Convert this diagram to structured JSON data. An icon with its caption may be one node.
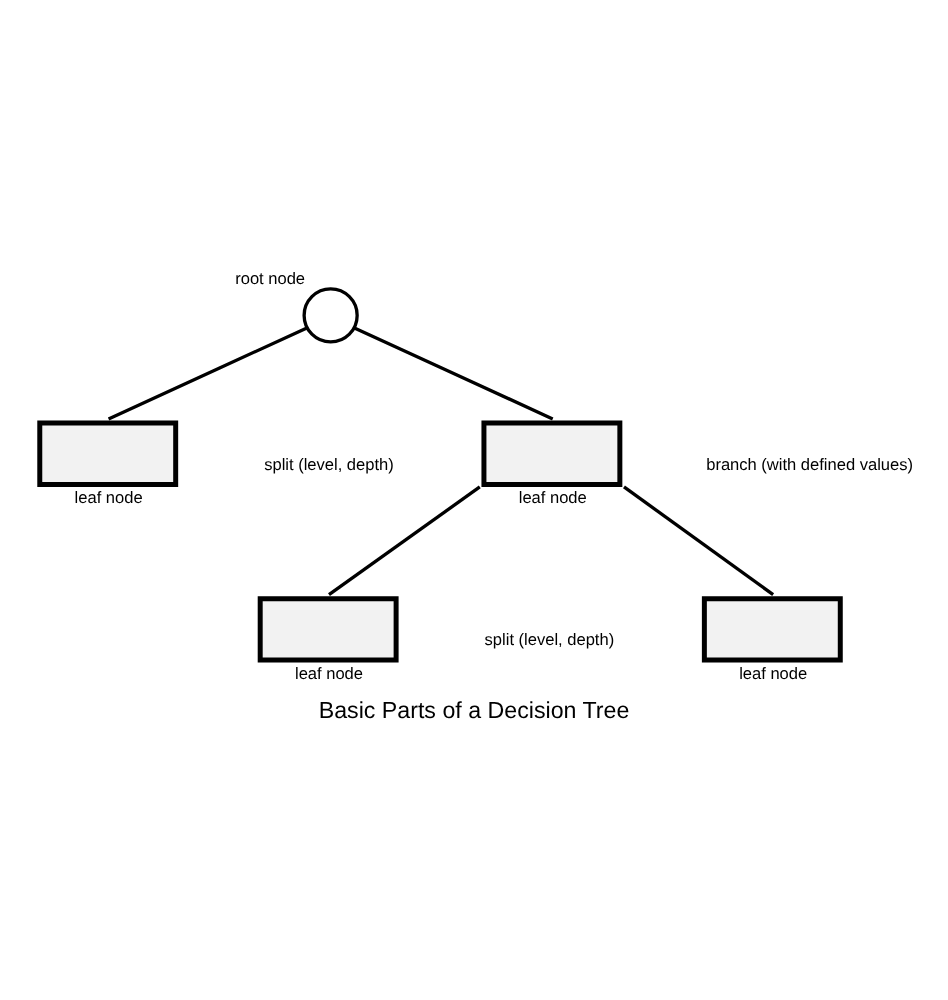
{
  "diagram": {
    "caption": "Basic Parts of a Decision Tree",
    "nodes": [
      {
        "text": [],
        "shape": "circle",
        "beside": [
          "root node"
        ]
      },
      {
        "text": [],
        "shape": "box",
        "beside": [
          "leaf node"
        ]
      },
      {
        "text": [],
        "shape": "box",
        "beside": [
          "leaf node"
        ]
      },
      {
        "text": [],
        "shape": "box",
        "beside": [
          "leaf node"
        ]
      },
      {
        "text": [],
        "shape": "box",
        "beside": [
          "leaf node"
        ]
      }
    ],
    "edges": [
      {
        "from": 0,
        "to": 1,
        "arrow": "none"
      },
      {
        "from": 0,
        "to": 2,
        "arrow": "none"
      },
      {
        "from": 2,
        "to": 3,
        "arrow": "none"
      },
      {
        "from": 2,
        "to": 4,
        "arrow": "none"
      }
    ],
    "labels": [
      "split (level, depth)",
      "branch (with defined values)",
      "split (level, depth)"
    ]
  }
}
